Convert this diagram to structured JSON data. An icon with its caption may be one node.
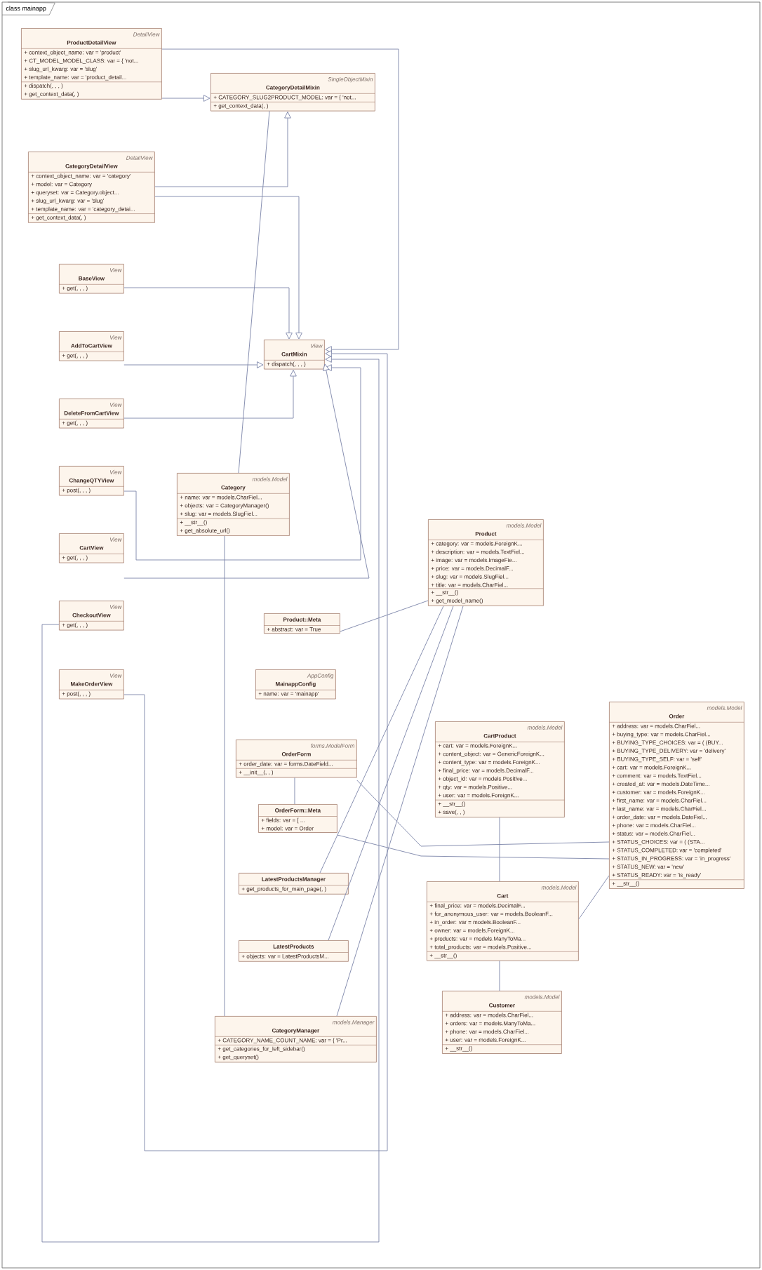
{
  "diagram": {
    "title": "class mainapp",
    "nodes": [
      {
        "text": [
          "DetailView",
          "ProductDetailView",
          "+ context_object_name: var = 'product'",
          "+ CT_MODEL_MODEL_CLASS: var = { 'not...",
          "+ slug_url_kwarg: var = 'slug'",
          "+ template_name: var = 'product_detail...",
          "+ dispatch(, , , )",
          "+ get_context_data(, )"
        ]
      },
      {
        "text": [
          "SingleObjectMixin",
          "CategoryDetailMixin",
          "+ CATEGORY_SLUG2PRODUCT_MODEL: var = { 'not...",
          "+ get_context_data(, )"
        ]
      },
      {
        "text": [
          "DetailView",
          "CategoryDetailView",
          "+ context_object_name: var = 'category'",
          "+ model: var = Category",
          "+ queryset: var = Category.object...",
          "+ slug_url_kwarg: var = 'slug'",
          "+ template_name: var = 'category_detai...",
          "+ get_context_data(, )"
        ]
      },
      {
        "text": [
          "View",
          "BaseView",
          "+ get(, , , )"
        ]
      },
      {
        "text": [
          "View",
          "AddToCartView",
          "+ get(, , , )"
        ]
      },
      {
        "text": [
          "View",
          "DeleteFromCartView",
          "+ get(, , , )"
        ]
      },
      {
        "text": [
          "View",
          "ChangeQTYView",
          "+ post(, , , )"
        ]
      },
      {
        "text": [
          "View",
          "CartView",
          "+ get(, , , )"
        ]
      },
      {
        "text": [
          "View",
          "CheckoutView",
          "+ get(, , , )"
        ]
      },
      {
        "text": [
          "View",
          "MakeOrderView",
          "+ post(, , , )"
        ]
      },
      {
        "text": [
          "View",
          "CartMixin",
          "+ dispatch(, , , )"
        ]
      },
      {
        "text": [
          "models.Model",
          "Category",
          "+ name: var = models.CharFiel...",
          "+ objects: var = CategoryManager()",
          "+ slug: var = models.SlugFiel...",
          "+ __str__()",
          "+ get_absolute_url()"
        ]
      },
      {
        "text": [
          "models.Model",
          "Product",
          "+ category: var = models.ForeignK...",
          "+ description: var = models.TextFiel...",
          "+ image: var = models.ImageFie...",
          "+ price: var = models.DecimalF...",
          "+ slug: var = models.SlugFiel...",
          "+ title: var = models.CharFiel...",
          "+ __str__()",
          "+ get_model_name()"
        ]
      },
      {
        "text": [
          "Product::Meta",
          "+ abstract: var = True"
        ]
      },
      {
        "text": [
          "AppConfig",
          "MainappConfig",
          "+ name: var = 'mainapp'"
        ]
      },
      {
        "text": [
          "forms.ModelForm",
          "OrderForm",
          "+ order_date: var = forms.DateField...",
          "+ __init__(, , )"
        ]
      },
      {
        "text": [
          "OrderForm::Meta",
          "+ fields: var = [ ...",
          "+ model: var = Order"
        ]
      },
      {
        "text": [
          "LatestProductsManager",
          "+ get_products_for_main_page(, )"
        ]
      },
      {
        "text": [
          "LatestProducts",
          "+ objects: var = LatestProductsM..."
        ]
      },
      {
        "text": [
          "models.Manager",
          "CategoryManager",
          "+ CATEGORY_NAME_COUNT_NAME: var = { 'Pr...",
          "+ get_categories_for_left_sidebar()",
          "+ get_queryset()"
        ]
      },
      {
        "text": [
          "models.Model",
          "CartProduct",
          "+ cart: var = models.ForeignK...",
          "+ content_object: var = GenericForeignK...",
          "+ content_type: var = models.ForeignK...",
          "+ final_price: var = models.DecimalF...",
          "+ object_id: var = models.Positive...",
          "+ qty: var = models.Positive...",
          "+ user: var = models.ForeignK...",
          "+ __str__()",
          "+ save(, , )"
        ]
      },
      {
        "text": [
          "models.Model",
          "Cart",
          "+ final_price: var = models.DecimalF...",
          "+ for_anonymous_user: var = models.BooleanF...",
          "+ in_order: var = models.BooleanF...",
          "+ owner: var = models.ForeignK...",
          "+ products: var = models.ManyToMa...",
          "+ total_products: var = models.Positive...",
          "+ __str__()"
        ]
      },
      {
        "text": [
          "models.Model",
          "Customer",
          "+ address: var = models.CharFiel...",
          "+ orders: var = models.ManyToMa...",
          "+ phone: var = models.CharFiel...",
          "+ user: var = models.ForeignK...",
          "+ __str__()"
        ]
      },
      {
        "text": [
          "models.Model",
          "Order",
          "+ address: var = models.CharFiel...",
          "+ buying_type: var = models.CharFiel...",
          "+ BUYING_TYPE_CHOICES: var = ( (BUY...",
          "+ BUYING_TYPE_DELIVERY: var = 'delivery'",
          "+ BUYING_TYPE_SELF: var = 'self'",
          "+ cart: var = models.ForeignK...",
          "+ comment: var = models.TextFiel...",
          "+ created_at: var = models.DateTime...",
          "+ customer: var = models.ForeignK...",
          "+ first_name: var = models.CharFiel...",
          "+ last_name: var = models.CharFiel...",
          "+ order_date: var = models.DateFiel...",
          "+ phone: var = models.CharFiel...",
          "+ status: var = models.CharFiel...",
          "+ STATUS_CHOICES: var = ( (STA...",
          "+ STATUS_COMPLETED: var = 'completed'",
          "+ STATUS_IN_PROGRESS: var = 'in_progress'",
          "+ STATUS_NEW: var = 'new'",
          "+ STATUS_READY: var = 'is_ready'",
          "+ __str__()"
        ]
      }
    ],
    "edges": [
      {
        "from": 0,
        "to": 1,
        "arrow": "to"
      },
      {
        "from": 2,
        "to": 1,
        "arrow": "to"
      },
      {
        "from": 0,
        "to": 10,
        "arrow": "to"
      },
      {
        "from": 2,
        "to": 10,
        "arrow": "to"
      },
      {
        "from": 3,
        "to": 10,
        "arrow": "to"
      },
      {
        "from": 4,
        "to": 10,
        "arrow": "to"
      },
      {
        "from": 5,
        "to": 10,
        "arrow": "to"
      },
      {
        "from": 6,
        "to": 10,
        "arrow": "to"
      },
      {
        "from": 7,
        "to": 10,
        "arrow": "to"
      },
      {
        "from": 8,
        "to": 10,
        "arrow": "to"
      },
      {
        "from": 9,
        "to": 10,
        "arrow": "to"
      },
      {
        "from": 11,
        "to": 1,
        "arrow": "none"
      },
      {
        "from": 11,
        "to": 19,
        "arrow": "none"
      },
      {
        "from": 12,
        "to": 13,
        "arrow": "none"
      },
      {
        "from": 12,
        "to": 17,
        "arrow": "none"
      },
      {
        "from": 12,
        "to": 18,
        "arrow": "none"
      },
      {
        "from": 12,
        "to": 19,
        "arrow": "none"
      },
      {
        "from": 15,
        "to": 16,
        "arrow": "none"
      },
      {
        "from": 15,
        "to": 23,
        "arrow": "none"
      },
      {
        "from": 16,
        "to": 23,
        "arrow": "none"
      },
      {
        "from": 20,
        "to": 21,
        "arrow": "none"
      },
      {
        "from": 21,
        "to": 22,
        "arrow": "none"
      },
      {
        "from": 21,
        "to": 23,
        "arrow": "none"
      }
    ]
  }
}
